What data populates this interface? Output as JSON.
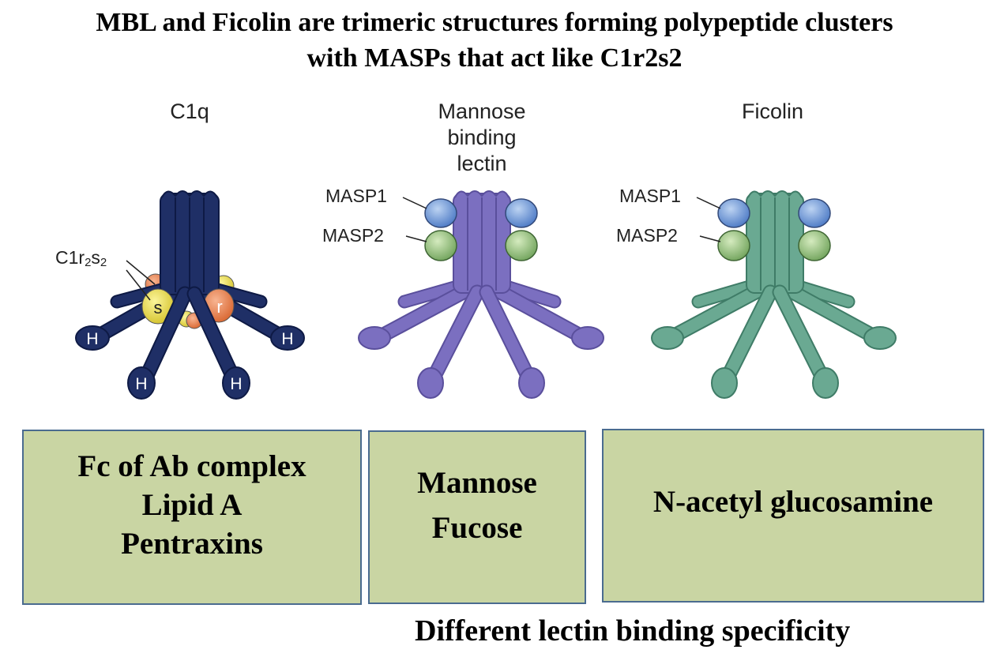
{
  "title": {
    "line1": "MBL and Ficolin are trimeric structures forming polypeptide clusters",
    "line2": "with MASPs that act like C1r2s2"
  },
  "molecules": {
    "c1q": {
      "label": "C1q",
      "color": "#1f2f66",
      "complex_label": {
        "base": "C1r",
        "sub1": "2",
        "mid": "s",
        "sub2": "2"
      },
      "subunit_s": "s",
      "subunit_r": "r",
      "head_label": "H"
    },
    "mbl": {
      "label_lines": [
        "Mannose",
        "binding",
        "lectin"
      ],
      "color": "#7b6fc0",
      "masp1": "MASP1",
      "masp2": "MASP2"
    },
    "ficolin": {
      "label": "Ficolin",
      "color": "#6aa992",
      "masp1": "MASP1",
      "masp2": "MASP2"
    }
  },
  "specificity_boxes": [
    {
      "lines": [
        "Fc of Ab complex",
        "Lipid A",
        "Pentraxins"
      ]
    },
    {
      "lines": [
        "Mannose",
        "Fucose"
      ]
    },
    {
      "lines": [
        "N-acetyl glucosamine"
      ]
    }
  ],
  "footer": "Different lectin binding specificity"
}
